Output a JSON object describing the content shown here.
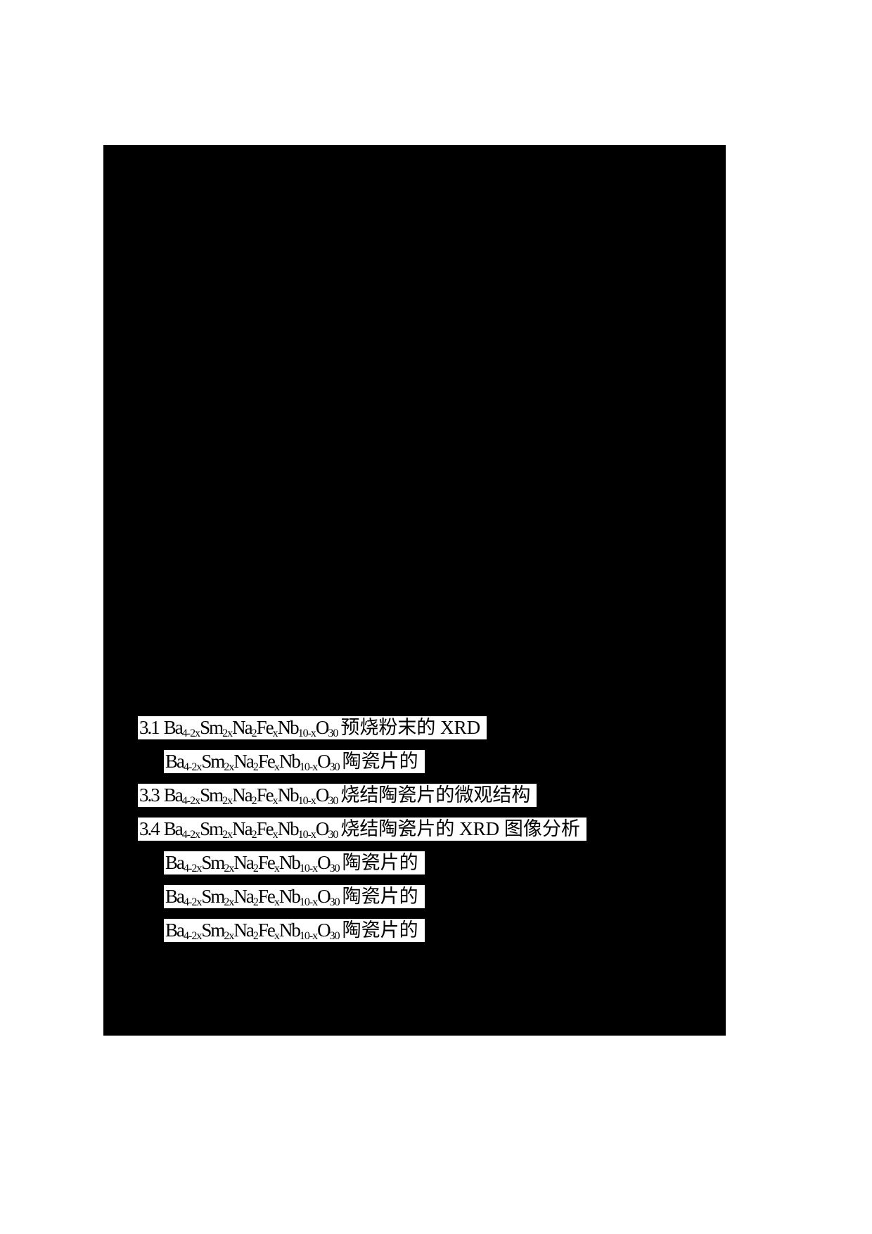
{
  "document": {
    "page_background": "#ffffff",
    "content_background": "#000000",
    "highlight_background": "#ffffff",
    "text_color": "#000000"
  },
  "formula": {
    "plain": "Ba4-2xSm2xNa2FexNb10-xO30",
    "segments": [
      {
        "text": "Ba",
        "sub": false
      },
      {
        "text": "4-2x",
        "sub": true
      },
      {
        "text": "Sm",
        "sub": false
      },
      {
        "text": "2x",
        "sub": true
      },
      {
        "text": "Na",
        "sub": false
      },
      {
        "text": "2",
        "sub": true
      },
      {
        "text": "Fe",
        "sub": false
      },
      {
        "text": "x",
        "sub": true
      },
      {
        "text": "Nb",
        "sub": false
      },
      {
        "text": "10-x",
        "sub": true
      },
      {
        "text": "O",
        "sub": false
      },
      {
        "text": "30",
        "sub": true
      }
    ]
  },
  "toc_lines": [
    {
      "number": "3.1",
      "suffix": "预烧粉末的 XRD",
      "indented": false
    },
    {
      "number": "",
      "suffix": "陶瓷片的",
      "indented": true
    },
    {
      "number": "3.3",
      "suffix": "烧结陶瓷片的微观结构",
      "indented": false
    },
    {
      "number": "3.4",
      "suffix": "烧结陶瓷片的 XRD 图像分析",
      "indented": false
    },
    {
      "number": "",
      "suffix": "陶瓷片的",
      "indented": true
    },
    {
      "number": "",
      "suffix": "陶瓷片的",
      "indented": true
    },
    {
      "number": "",
      "suffix": "陶瓷片的",
      "indented": true
    }
  ]
}
